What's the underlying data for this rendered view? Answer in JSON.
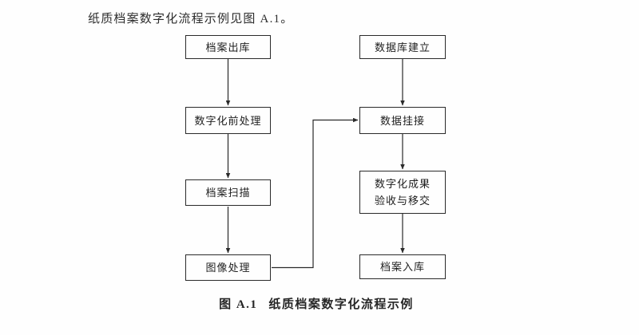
{
  "page": {
    "intro_text": "纸质档案数字化流程示例见图 A.1。",
    "caption_label": "图 A.1",
    "caption_title": "纸质档案数字化流程示例"
  },
  "flowchart": {
    "line_color": "#2a2a2a",
    "left_column": [
      {
        "label": "档案出库"
      },
      {
        "label": "数字化前处理"
      },
      {
        "label": "档案扫描"
      },
      {
        "label": "图像处理"
      }
    ],
    "right_column": [
      {
        "label": "数据库建立"
      },
      {
        "label": "数据挂接"
      },
      {
        "label": "数字化成果\n验收与移交"
      },
      {
        "label": "档案入库"
      }
    ],
    "edges": [
      {
        "from": "档案出库",
        "to": "数字化前处理"
      },
      {
        "from": "数字化前处理",
        "to": "档案扫描"
      },
      {
        "from": "档案扫描",
        "to": "图像处理"
      },
      {
        "from": "图像处理",
        "to": "数据挂接"
      },
      {
        "from": "数据库建立",
        "to": "数据挂接"
      },
      {
        "from": "数据挂接",
        "to": "数字化成果验收与移交"
      },
      {
        "from": "数字化成果验收与移交",
        "to": "档案入库"
      }
    ]
  }
}
